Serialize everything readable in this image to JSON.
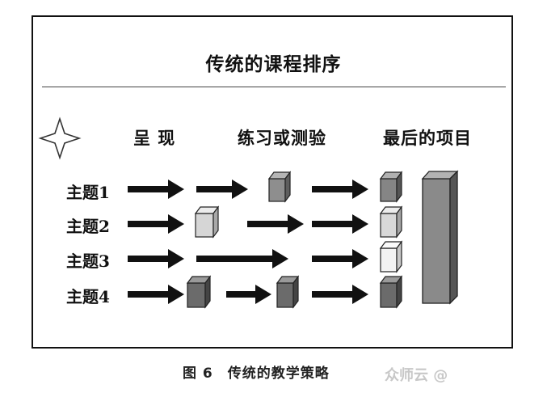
{
  "title": "传统的课程排序",
  "headers": {
    "present": "呈 现",
    "practice": "练习或测验",
    "final": "最后的项目"
  },
  "topics": [
    "主题1",
    "主题2",
    "主题3",
    "主题4"
  ],
  "caption": {
    "figure": "图 6",
    "text": "传统的教学策略"
  },
  "watermark": "众师云 @",
  "icons": {
    "star": "four-point-star-icon",
    "arrow": "right-arrow-icon",
    "block": "cube-block-icon",
    "final": "tall-column-block-icon"
  },
  "colors": {
    "dark_block": "#6b6b6b",
    "medium_block": "#8e8e8e",
    "light_block": "#d8d8d8",
    "lighter_block": "#f0f0f0",
    "final_column": "#8a8a8a"
  }
}
